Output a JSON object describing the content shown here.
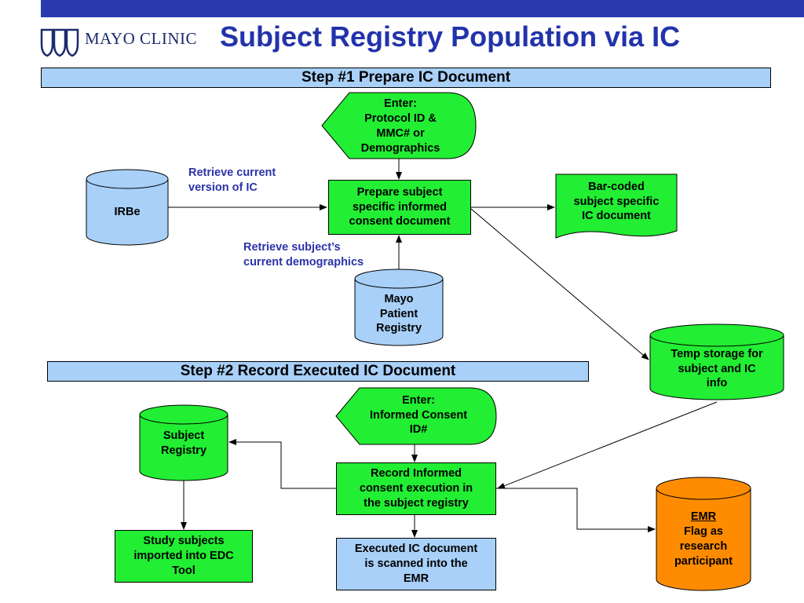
{
  "header": {
    "logo_text": "MAYO CLINIC",
    "title": "Subject Registry Population via IC"
  },
  "step1": {
    "title": "Step #1 Prepare IC Document",
    "enter": "Enter:\nProtocol ID &\nMMC# or\nDemographics",
    "irbe": "IRBe",
    "retrieve_version": "Retrieve current\nversion of IC",
    "prepare": "Prepare subject\nspecific informed\nconsent document",
    "barcoded": "Bar-coded\nsubject specific\nIC document",
    "retrieve_demographics": "Retrieve subject’s\ncurrent  demographics",
    "mayo_registry": "Mayo\nPatient\nRegistry",
    "temp_storage": "Temp storage for\nsubject and IC\ninfo"
  },
  "step2": {
    "title": "Step #2 Record Executed IC Document",
    "enter": "Enter:\nInformed Consent\nID#",
    "subject_registry": "Subject\nRegistry",
    "record": "Record Informed\nconsent execution in\nthe subject registry",
    "study_subjects": "Study subjects\nimported into EDC\nTool",
    "scanned": "Executed IC document\nis scanned into the\nEMR",
    "emr_title": "EMR",
    "emr_body": "Flag as\nresearch\nparticipant"
  },
  "colors": {
    "title": "#2233aa",
    "green": "#22ee33",
    "blue": "#a8d0f8",
    "orange": "#ff8c00",
    "topbar": "#2a3bb0"
  }
}
